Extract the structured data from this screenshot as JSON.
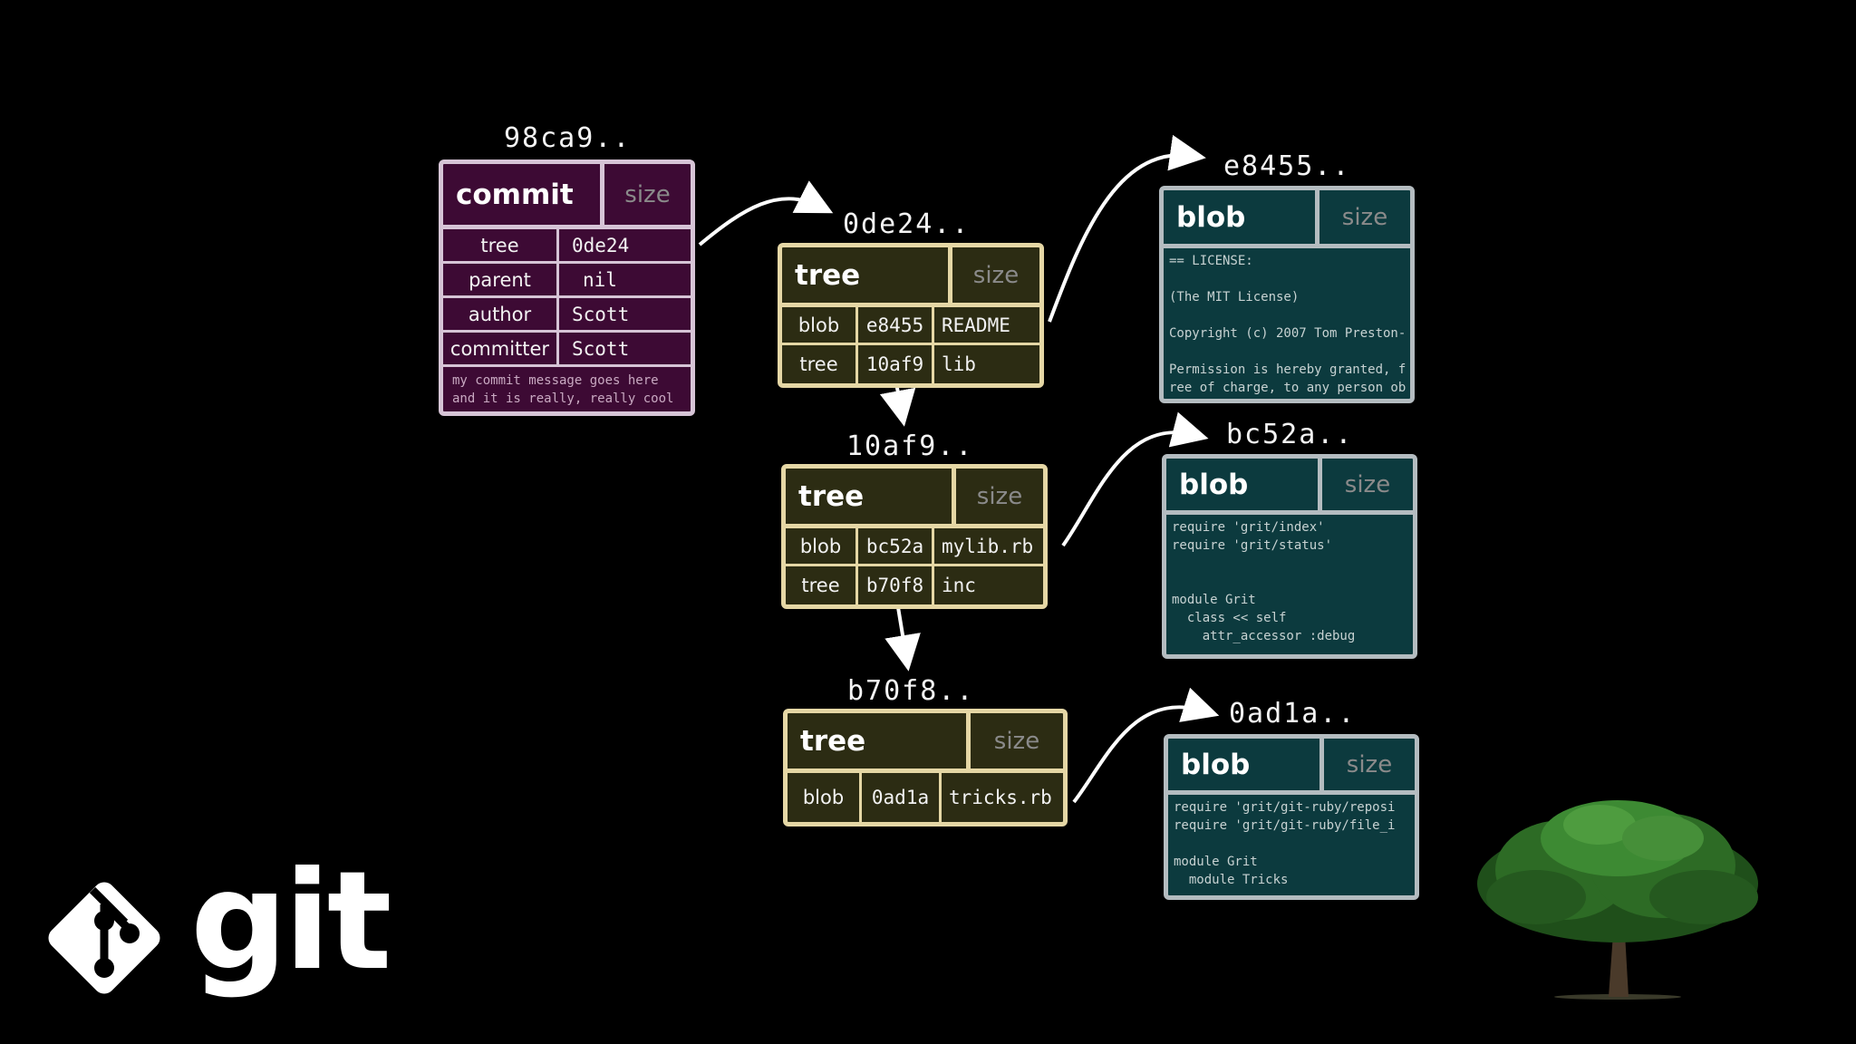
{
  "commit": {
    "hash": "98ca9..",
    "type": "commit",
    "size": "size",
    "rows": [
      {
        "key": "tree",
        "value": "0de24"
      },
      {
        "key": "parent",
        "value": "nil"
      },
      {
        "key": "author",
        "value": "Scott"
      },
      {
        "key": "committer",
        "value": "Scott"
      }
    ],
    "message": [
      "my commit message goes here",
      "and it is really, really cool"
    ]
  },
  "trees": [
    {
      "hash": "0de24..",
      "type": "tree",
      "size": "size",
      "entries": [
        {
          "kind": "blob",
          "sha": "e8455",
          "name": "README"
        },
        {
          "kind": "tree",
          "sha": "10af9",
          "name": "lib"
        }
      ]
    },
    {
      "hash": "10af9..",
      "type": "tree",
      "size": "size",
      "entries": [
        {
          "kind": "blob",
          "sha": "bc52a",
          "name": "mylib.rb"
        },
        {
          "kind": "tree",
          "sha": "b70f8",
          "name": "inc"
        }
      ]
    },
    {
      "hash": "b70f8..",
      "type": "tree",
      "size": "size",
      "entries": [
        {
          "kind": "blob",
          "sha": "0ad1a",
          "name": "tricks.rb"
        }
      ]
    }
  ],
  "blobs": [
    {
      "hash": "e8455..",
      "type": "blob",
      "size": "size",
      "content": "== LICENSE:\n\n(The MIT License)\n\nCopyright (c) 2007 Tom Preston-\n\nPermission is hereby granted, f\nree of charge, to any person ob"
    },
    {
      "hash": "bc52a..",
      "type": "blob",
      "size": "size",
      "content": "require 'grit/index'\nrequire 'grit/status'\n\n\nmodule Grit\n  class << self\n    attr_accessor :debug"
    },
    {
      "hash": "0ad1a..",
      "type": "blob",
      "size": "size",
      "content": "require 'grit/git-ruby/reposi\nrequire 'grit/git-ruby/file_i\n\nmodule Grit\n  module Tricks"
    }
  ],
  "logo": {
    "word": "git"
  }
}
